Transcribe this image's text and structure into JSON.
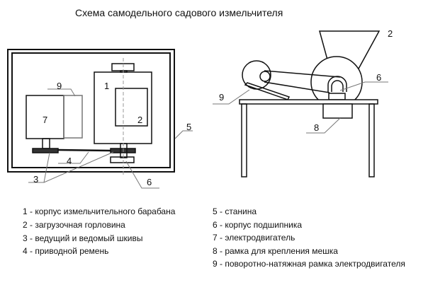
{
  "title": "Схема самодельного садового измельчителя",
  "callouts": {
    "n1": "1",
    "n2": "2",
    "n3": "3",
    "n4": "4",
    "n5": "5",
    "n6": "6",
    "n7": "7",
    "n8": "8",
    "n9": "9"
  },
  "legend": [
    "1 - корпус измельчительного барабана",
    "2 - загрузочная горловина",
    "3 - ведущий и ведомый шкивы",
    "4 - приводной ремень",
    "5 - станина",
    "6 - корпус подшипника",
    "7 - электродвигатель",
    "8 - рамка для крепления мешка",
    "9 - поворотно-натяжная рамка электродвигателя"
  ]
}
